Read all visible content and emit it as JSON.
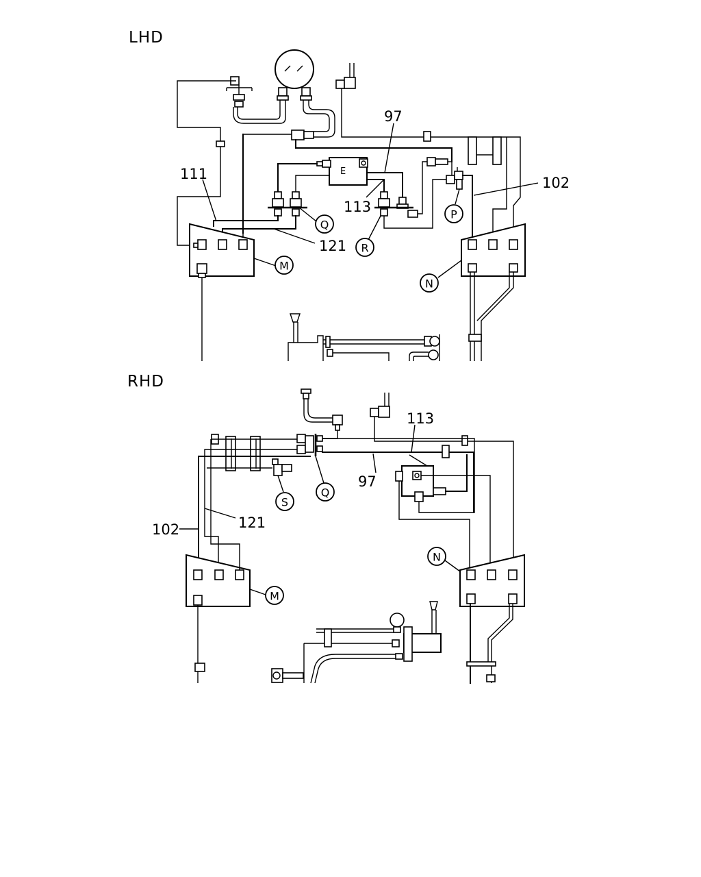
{
  "sections": [
    {
      "title": "LHD",
      "labels": [
        "97",
        "111",
        "113",
        "102",
        "121"
      ],
      "callouts": [
        "M",
        "N",
        "P",
        "Q",
        "R"
      ]
    },
    {
      "title": "RHD",
      "labels": [
        "113",
        "97",
        "121",
        "102"
      ],
      "callouts": [
        "M",
        "N",
        "Q",
        "S"
      ]
    }
  ]
}
